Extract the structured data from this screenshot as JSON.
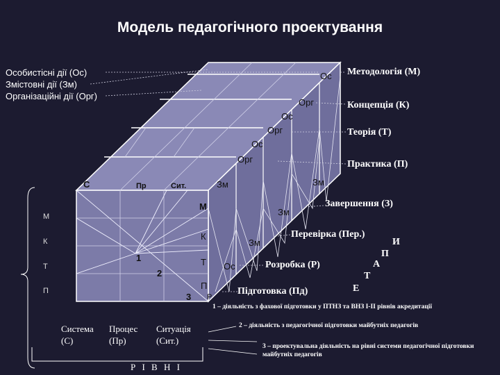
{
  "title": "Модель педагогічного проектування",
  "legend_left": [
    "Особистісні дії (Ос)",
    "Змістовні дії (Зм)",
    "Організаційні дії (Орг)"
  ],
  "right_labels": [
    "Методологія (М)",
    "Концепція (К)",
    "Теорія (Т)",
    "Практика (П)",
    "Завершення (З)",
    "Перевірка (Пер.)",
    "Розробка (Р)",
    "Підготовка (Пд)"
  ],
  "stages_word": [
    "Е",
    "Т",
    "А",
    "П",
    "И"
  ],
  "levels_word": "Р І В Н І",
  "bottom_labels": [
    [
      "Система",
      "(С)"
    ],
    [
      "Процес",
      "(Пр)"
    ],
    [
      "Ситуація",
      "(Сит.)"
    ]
  ],
  "notes": [
    "1 – діяльність з фахової підготовки у ПТНЗ та ВНЗ І-ІІ рівнів акредитації",
    "2 – діяльність з педагогічної підготовки майбутніх педагогів",
    "3 – проектувальна діяльність на рівні системи педагогічної підготовки майбутніх педагогів"
  ],
  "top_face": {
    "c": "С",
    "pr": "Пр",
    "sit": "Сит."
  },
  "front_left_axis": [
    "М",
    "К",
    "Т",
    "П"
  ],
  "front_right_axis": [
    "М",
    "К",
    "Т",
    "П",
    "Р"
  ],
  "numbers": [
    "1",
    "2",
    "3"
  ],
  "cube_labels": {
    "os1": "Ос",
    "org1": "Орг",
    "os2": "Ос",
    "org2": "Орг",
    "os3": "Ос",
    "org3": "Орг",
    "zm1": "Зм",
    "zm2": "Зм",
    "zm3": "Зм",
    "zm4": "Зм",
    "os4": "Ос"
  },
  "colors": {
    "background": "#1c1b30",
    "cube": "#7c7ba8",
    "cube_top": "#8a89b6",
    "cube_side": "#6f6e9c"
  }
}
